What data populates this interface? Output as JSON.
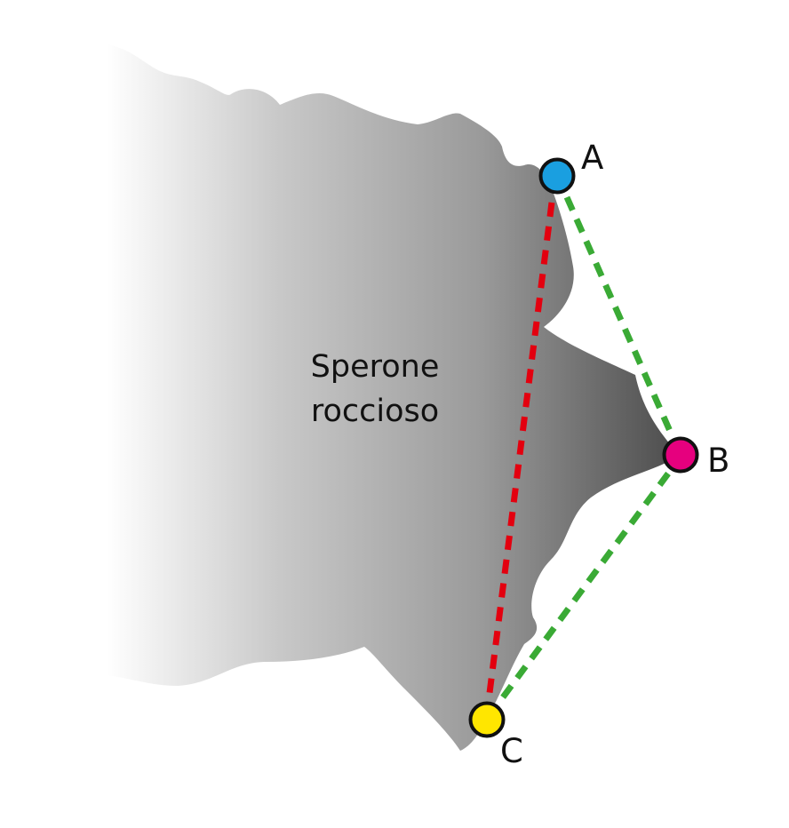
{
  "diagram": {
    "region_label_line1": "Sperone",
    "region_label_line2": "roccioso",
    "points": {
      "a": {
        "label": "A",
        "color": "#1a9fe0"
      },
      "b": {
        "label": "B",
        "color": "#e6007e"
      },
      "c": {
        "label": "C",
        "color": "#ffe600"
      }
    },
    "segments": {
      "ac_color": "#e3000f",
      "ab_color": "#3aaa35",
      "bc_color": "#3aaa35"
    },
    "rock_gradient": [
      "#ffffff",
      "#c8c8c8",
      "#9a9a9a",
      "#4a4a4a"
    ]
  }
}
